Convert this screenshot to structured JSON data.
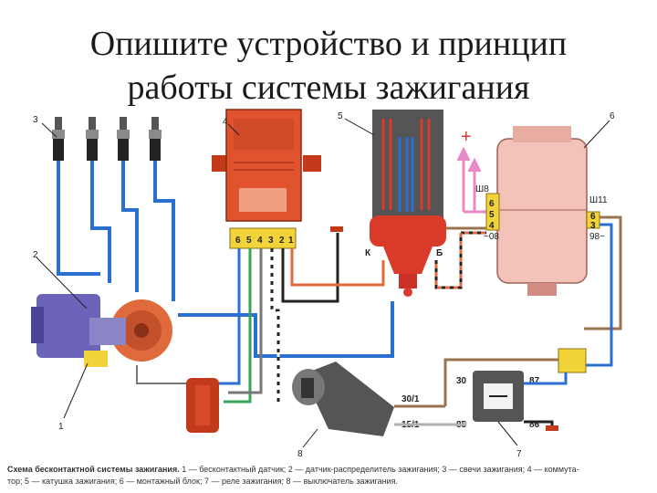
{
  "slide": {
    "title_line1": "Опишите устройство и принцип",
    "title_line2": "работы системы зажигания"
  },
  "diagram": {
    "numbers": [
      "1",
      "2",
      "3",
      "4",
      "5",
      "6",
      "7",
      "8"
    ],
    "commutator_pins": [
      "6",
      "5",
      "4",
      "3",
      "2",
      "1"
    ],
    "coil_terminals": {
      "k": "К",
      "b": "Б"
    },
    "plus_sign": "+",
    "block_left_label": "Ш8",
    "block_left_pins": [
      "6",
      "5",
      "4"
    ],
    "block_left_note": "~08",
    "block_right_label": "Ш11",
    "block_right_pins": [
      "6",
      "3"
    ],
    "block_right_note": "98~",
    "switch_terminals": {
      "t30": "30/1",
      "t15": "15/1"
    },
    "relay_terminals": {
      "r30": "30",
      "r87": "87",
      "r85": "85",
      "r86": "86"
    }
  },
  "caption": {
    "bold": "Схема бесконтактной системы зажигания.",
    "line1": " 1 — бесконтактный датчик; 2 — датчик-распределитель зажигания; 3 — свечи зажигания; 4 — коммута-",
    "line2": "тор; 5 — катушка зажигания; 6 — монтажный блок; 7 — реле зажигания; 8 — выключатель зажигания."
  },
  "colors": {
    "blue_wire": "#2a6fd0",
    "orange_part": "#e06a3c",
    "red_part": "#d93a2a",
    "pink_block": "#f3c2b8",
    "yellow_connector": "#f2d33a",
    "violet_sensor": "#6b64b8"
  }
}
